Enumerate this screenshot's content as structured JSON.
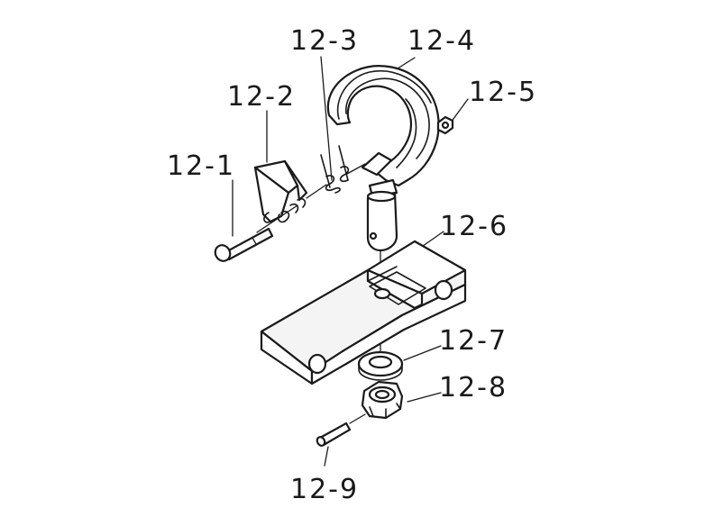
{
  "diagram": {
    "labels": {
      "p1": "12-1",
      "p2": "12-2",
      "p3": "12-3",
      "p4": "12-4",
      "p5": "12-5",
      "p6": "12-6",
      "p7": "12-7",
      "p8": "12-8",
      "p9": "12-9"
    }
  }
}
